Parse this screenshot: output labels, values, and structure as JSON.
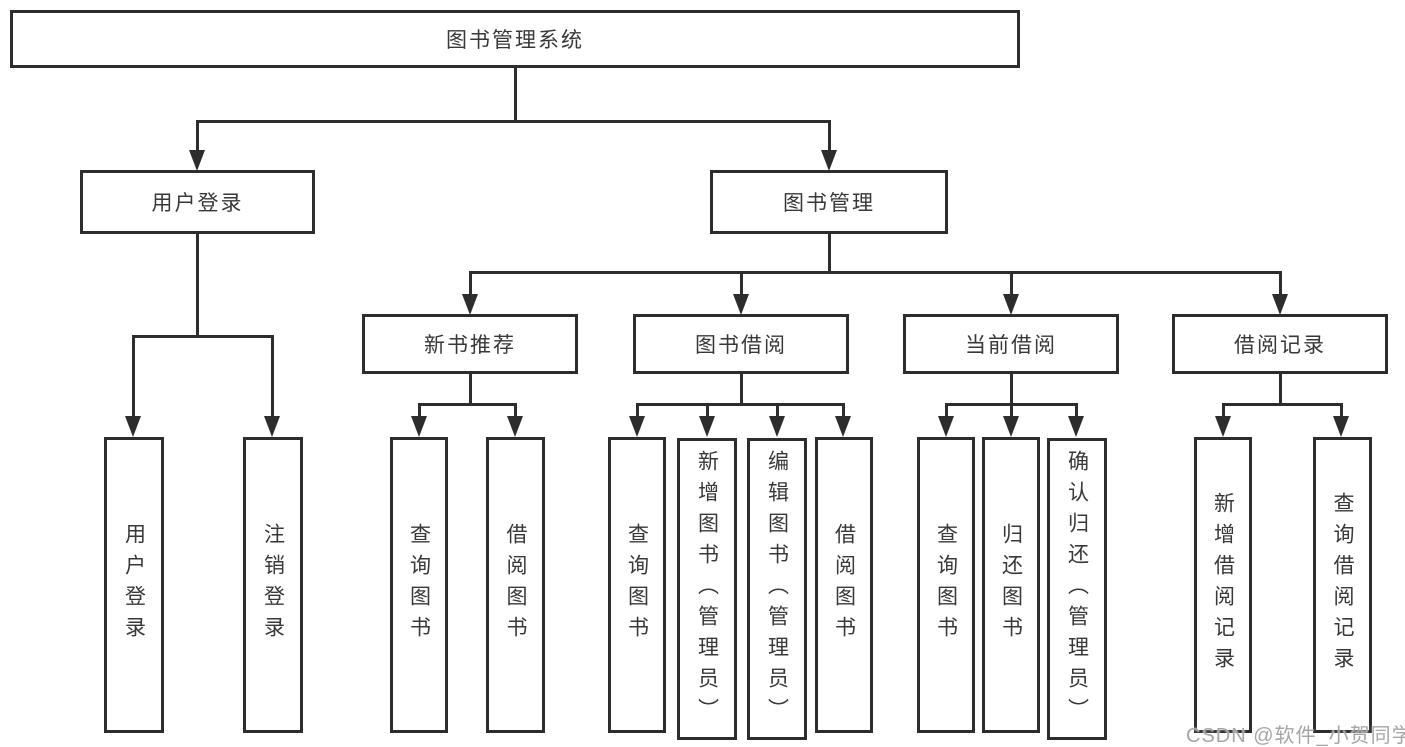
{
  "tree": {
    "root": "图书管理系统",
    "branches": [
      {
        "label": "用户登录",
        "children": [
          "用户登录",
          "注销登录"
        ]
      },
      {
        "label": "图书管理",
        "children": [
          {
            "label": "新书推荐",
            "children": [
              "查询图书",
              "借阅图书"
            ]
          },
          {
            "label": "图书借阅",
            "children": [
              "查询图书",
              "新增图书（管理员）",
              "编辑图书（管理员）",
              "借阅图书"
            ]
          },
          {
            "label": "当前借阅",
            "children": [
              "查询图书",
              "归还图书",
              "确认归还（管理员）"
            ]
          },
          {
            "label": "借阅记录",
            "children": [
              "新增借阅记录",
              "查询借阅记录"
            ]
          }
        ]
      }
    ]
  },
  "watermark": {
    "text": "CSDN @软件_小贺同学"
  },
  "colors": {
    "line": "#2d2d2d",
    "text": "#383838",
    "watermark": "#a6a6a6",
    "background": "#ffffff"
  }
}
